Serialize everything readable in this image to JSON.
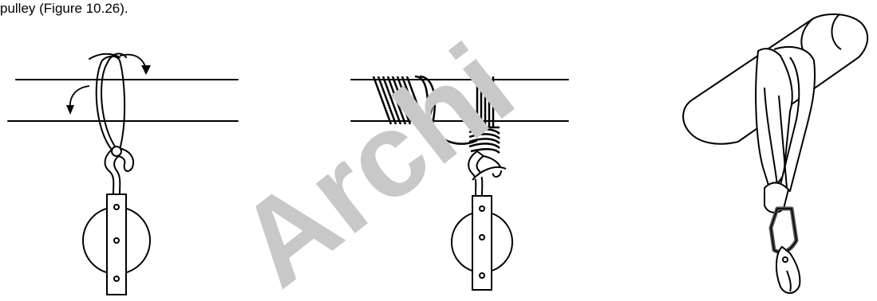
{
  "caption": {
    "text": "pulley (Figure 10.26)."
  },
  "watermark": {
    "text": "Archi"
  },
  "colors": {
    "line": "#000000",
    "watermark": "#c8c8c8",
    "metal": "#9a9a9a"
  },
  "figures": [
    {
      "name": "hitch-loop-pulley",
      "icons": [
        "round-pole",
        "rope-loop",
        "rotation-arrows",
        "hook",
        "pulley-block"
      ]
    },
    {
      "name": "wrapped-hitch-pulley",
      "icons": [
        "round-pole",
        "rope-wraps",
        "hook",
        "pulley-block"
      ]
    },
    {
      "name": "sling-shackle",
      "icons": [
        "round-pole",
        "sling",
        "shackle",
        "snap-hook"
      ]
    }
  ]
}
